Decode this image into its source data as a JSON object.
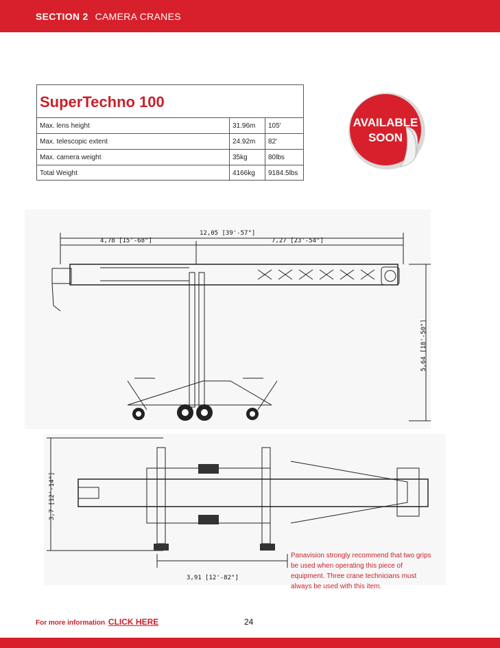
{
  "header": {
    "section_label": "SECTION 2",
    "section_title": "CAMERA CRANES"
  },
  "spec": {
    "title": "SuperTechno 100",
    "rows": [
      {
        "name": "Max. lens height",
        "metric": "31.96m",
        "imperial": "105'"
      },
      {
        "name": "Max. telescopic extent",
        "metric": "24.92m",
        "imperial": "82'"
      },
      {
        "name": "Max. camera weight",
        "metric": "35kg",
        "imperial": "80lbs"
      },
      {
        "name": "Total Weight",
        "metric": "4166kg",
        "imperial": "9184.5lbs"
      }
    ]
  },
  "badge": {
    "line1": "AVAILABLE",
    "line2": "SOON",
    "color": "#d7202b"
  },
  "drawing": {
    "dim_total": "12,05 [39'-57\"]",
    "dim_left": "4,78 [15'-68\"]",
    "dim_right": "7,27 [23'-54\"]",
    "dim_height": "5,64 [18'-50\"]",
    "dim_width": "3,7 [12'-14\"]",
    "dim_base": "3,91 [12'-82\"]"
  },
  "note": "Panavision strongly recommend that two grips be used when operating this piece of equipment. Three crane technicians must always be used with this item.",
  "footer": {
    "info_text": "For more information",
    "link_text": "CLICK HERE",
    "page_number": "24"
  }
}
